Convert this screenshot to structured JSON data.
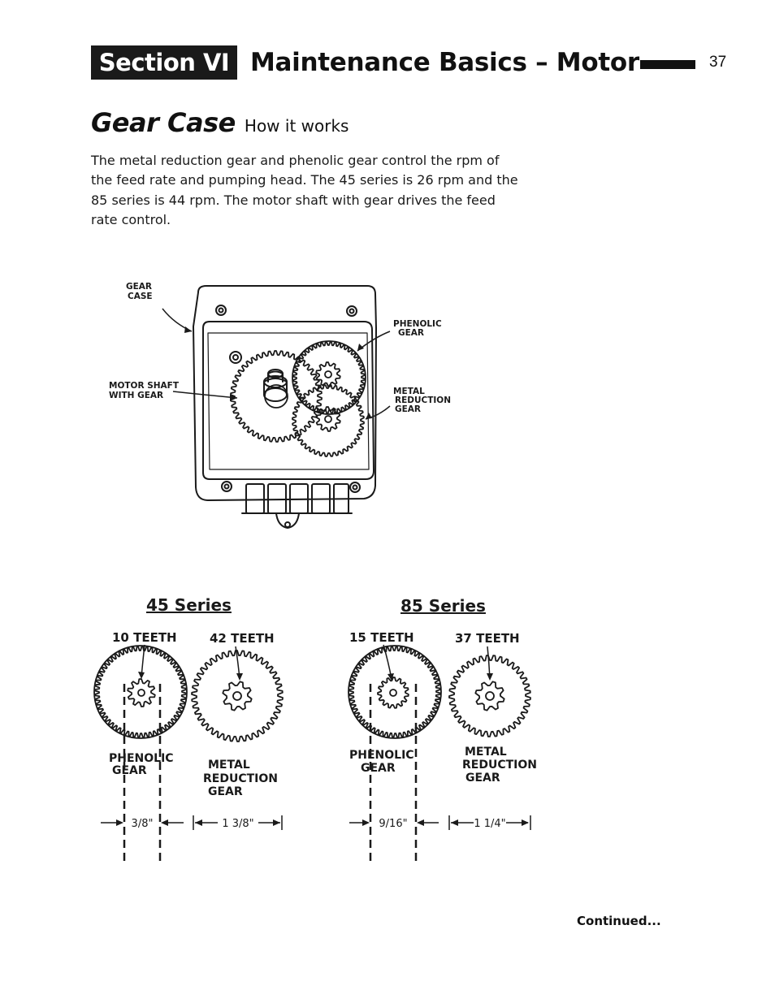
{
  "header": {
    "section_label": "Section VI",
    "title": "Maintenance Basics – Motor",
    "page_number": "37"
  },
  "heading": {
    "title": "Gear Case",
    "subtitle": "How it works"
  },
  "intro_text": "The metal reduction gear and phenolic gear control the rpm of the feed rate and pumping head. The 45 series is 26 rpm and the 85 series is 44 rpm. The motor shaft with gear drives the feed rate control.",
  "diagram_labels": {
    "gear_case": [
      "GEAR",
      "CASE"
    ],
    "motor_shaft": [
      "MOTOR SHAFT",
      "WITH GEAR"
    ],
    "phenolic_gear": [
      "PHENOLIC",
      "GEAR"
    ],
    "metal_reduction_gear": [
      "METAL",
      "REDUCTION",
      "GEAR"
    ]
  },
  "series": [
    {
      "title": "45 Series",
      "phenolic_teeth": "10 TEETH",
      "metal_teeth": "42 TEETH",
      "phenolic_label": [
        "PHENOLIC",
        "GEAR"
      ],
      "metal_label": [
        "METAL",
        "REDUCTION",
        "GEAR"
      ],
      "phenolic_dim": "3/8\"",
      "metal_dim": "1 3/8\""
    },
    {
      "title": "85 Series",
      "phenolic_teeth": "15 TEETH",
      "metal_teeth": "37 TEETH",
      "phenolic_label": [
        "PHENOLIC",
        "GEAR"
      ],
      "metal_label": [
        "METAL",
        "REDUCTION",
        "GEAR"
      ],
      "phenolic_dim": "9/16\"",
      "metal_dim": "1 1/4\""
    }
  ],
  "footer": {
    "continued": "Continued..."
  }
}
